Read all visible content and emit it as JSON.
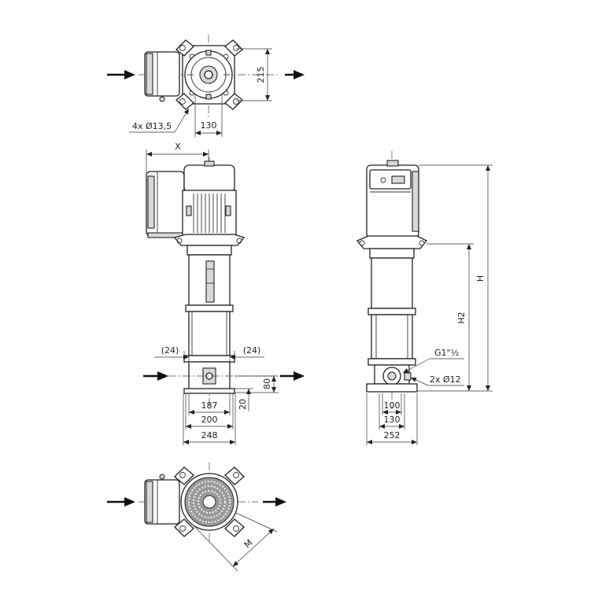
{
  "top_view": {
    "dim_height": "215",
    "dim_width": "130",
    "holes": "4x Ø13,5"
  },
  "front_view": {
    "dim_x": "X",
    "flange_left": "(24)",
    "flange_right": "(24)",
    "dim_80": "80",
    "dim_20": "20",
    "dim_187": "187",
    "dim_200": "200",
    "dim_248": "248"
  },
  "side_view": {
    "dim_h": "H",
    "dim_h2": "H2",
    "connection": "G1\"½",
    "holes": "2x Ø12",
    "dim_100": "100",
    "dim_130": "130",
    "dim_252": "252"
  },
  "bottom_view": {
    "dim_m": "M"
  }
}
